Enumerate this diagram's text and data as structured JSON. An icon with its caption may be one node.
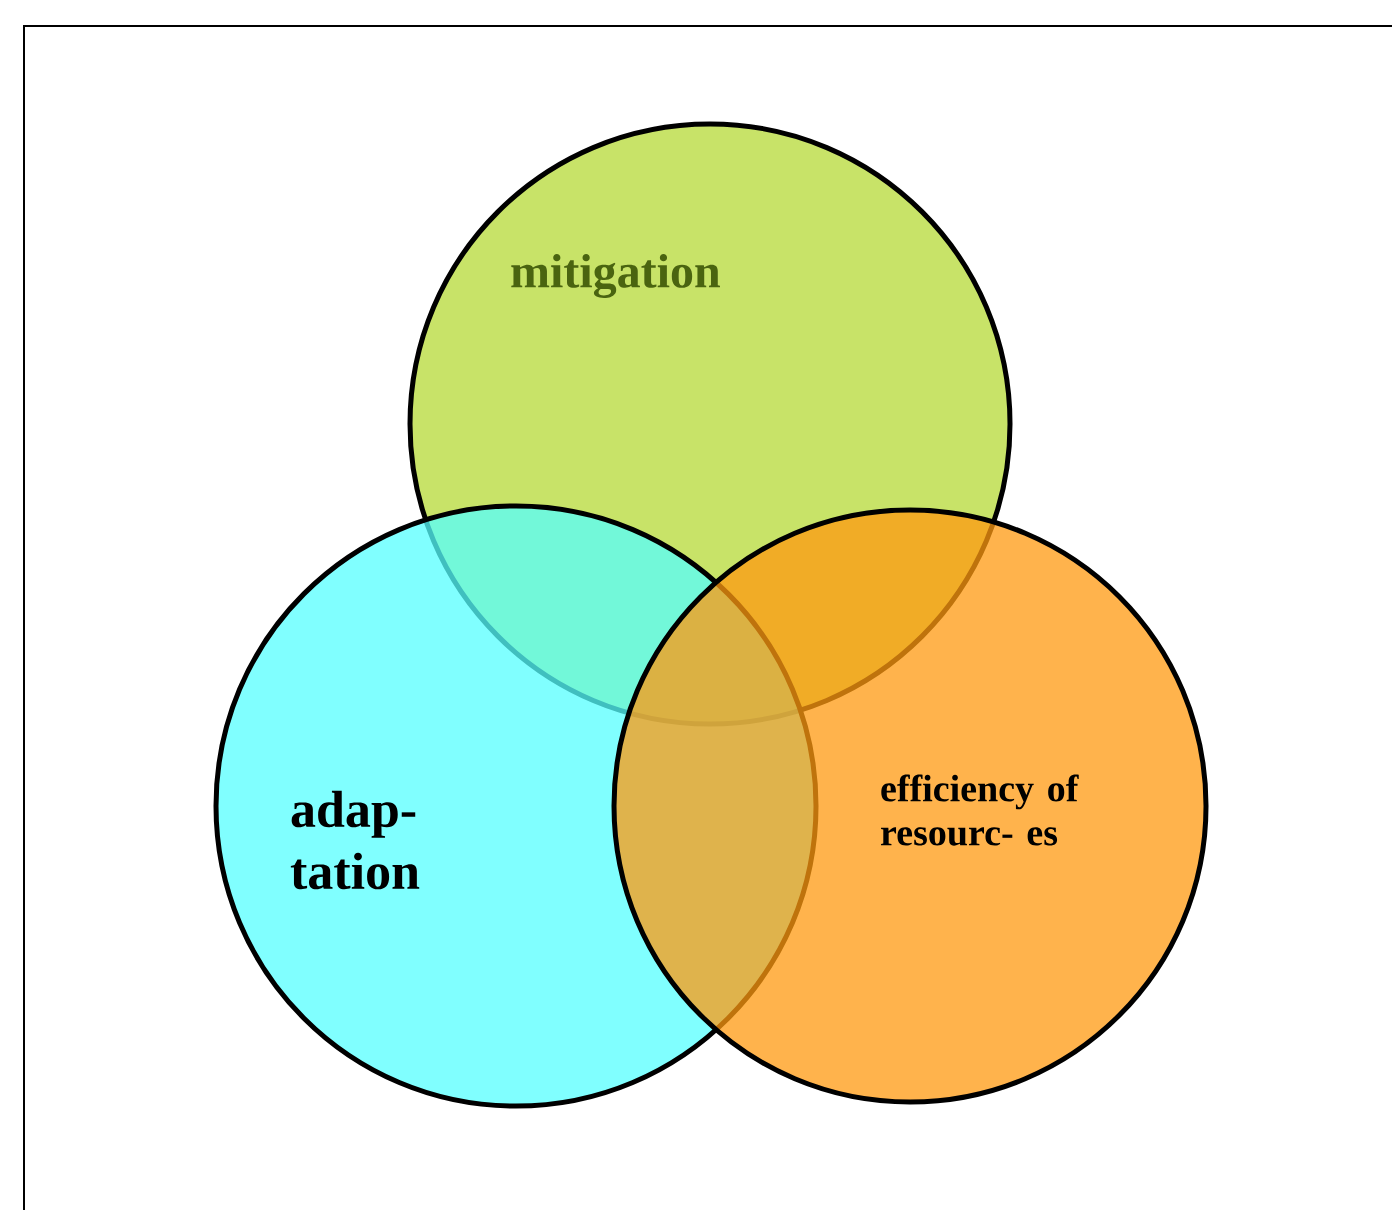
{
  "diagram": {
    "nodes": [
      {
        "text": [
          "mitigation"
        ]
      },
      {
        "text": [
          "adap- tation"
        ]
      },
      {
        "text": [
          "efficiency of resourc- es"
        ]
      }
    ],
    "edges": []
  }
}
